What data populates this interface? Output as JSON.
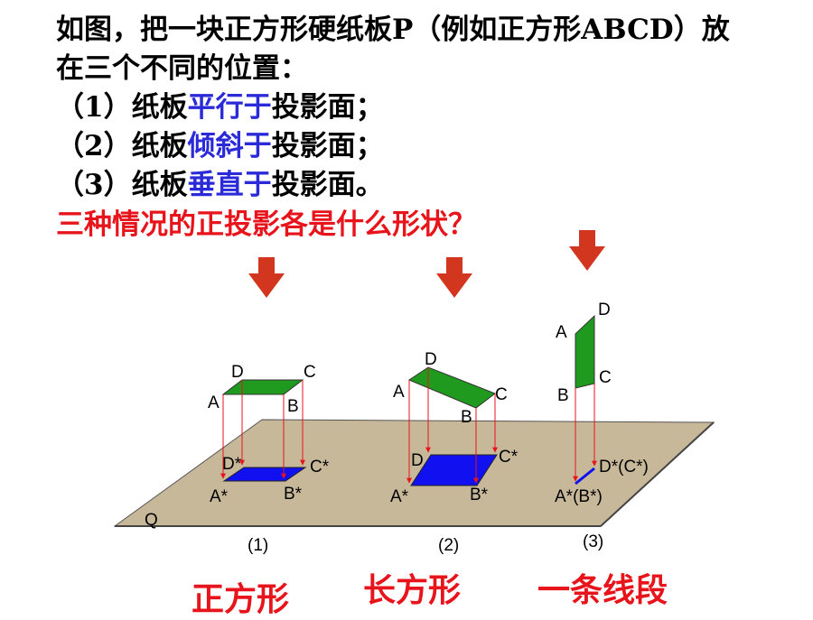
{
  "intro": {
    "line1": "如图，把一块正方形硬纸板P（例如正方形ABCD）放",
    "line2": "在三个不同的位置："
  },
  "cases": [
    {
      "prefix": "（1）纸板",
      "highlight": "平行于",
      "suffix": "投影面；"
    },
    {
      "prefix": "（2）纸板",
      "highlight": "倾斜于",
      "suffix": "投影面；"
    },
    {
      "prefix": "（3）纸板",
      "highlight": "垂直于",
      "suffix": "投影面。"
    }
  ],
  "question": "三种情况的正投影各是什么形状？",
  "plane_label": "Q",
  "figures": [
    {
      "caption": "(1)",
      "answer": "正方形",
      "labels": {
        "A": "A",
        "B": "B",
        "C": "C",
        "D": "D",
        "A2": "A*",
        "B2": "B*",
        "C2": "C*",
        "D2": "D*"
      }
    },
    {
      "caption": "(2)",
      "answer": "长方形",
      "labels": {
        "A": "A",
        "B": "B",
        "C": "C",
        "D": "D",
        "A2": "A*",
        "B2": "B*",
        "C2": "C*",
        "D2": "D"
      }
    },
    {
      "caption": "(3)",
      "answer": "一条线段",
      "labels": {
        "A": "A",
        "B": "B",
        "C": "C",
        "D": "D",
        "AB2": "A*(B*)",
        "DC2": "D*(C*)"
      }
    }
  ],
  "colors": {
    "plane": "#c8b89a",
    "board": "#1f9a1f",
    "projection": "#1010f0",
    "arrow": "#e8141b",
    "big_arrow": "#d2361e",
    "highlight": "#2a2ad8"
  }
}
